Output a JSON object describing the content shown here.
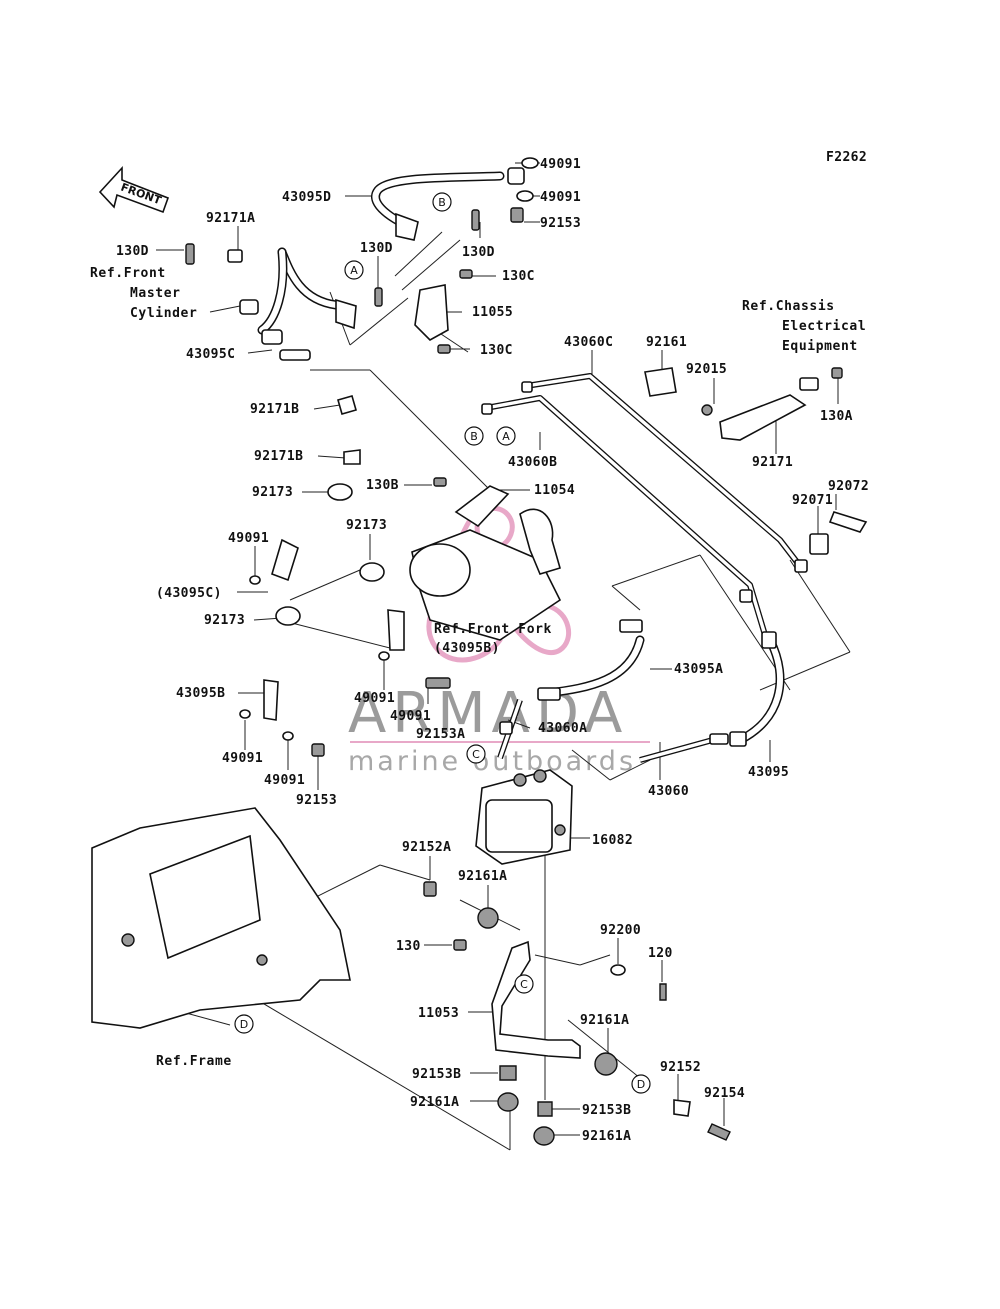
{
  "figure_code": "F2262",
  "front_marker": "FRONT",
  "watermark": {
    "brand": "ARMADA",
    "tagline": "marine outboards",
    "accent_color": "#e8a8c8"
  },
  "callouts": {
    "a": "A",
    "b": "B",
    "c": "C",
    "d": "D"
  },
  "refs": {
    "front_master": [
      "Ref.Front",
      "Master",
      "Cylinder"
    ],
    "chassis": [
      "Ref.Chassis",
      "Electrical",
      "Equipment"
    ],
    "front_fork": "Ref.Front Fork",
    "frame": "Ref.Frame"
  },
  "parts": {
    "p_49091_a": "49091",
    "p_43095d": "43095D",
    "p_49091_b": "49091",
    "p_92153_a": "92153",
    "p_92171a": "92171A",
    "p_130d_a": "130D",
    "p_130d_b": "130D",
    "p_130d_c": "130D",
    "p_130c_a": "130C",
    "p_11055": "11055",
    "p_130c_b": "130C",
    "p_43095c": "43095C",
    "p_43060c": "43060C",
    "p_92161": "92161",
    "p_92015": "92015",
    "p_130a": "130A",
    "p_43060b": "43060B",
    "p_92171": "92171",
    "p_92171b_a": "92171B",
    "p_92171b_b": "92171B",
    "p_130b": "130B",
    "p_11054": "11054",
    "p_92072": "92072",
    "p_92071": "92071",
    "p_92173_a": "92173",
    "p_49091_c": "49091",
    "p_92173_b": "92173",
    "p_43095c_ref": "(43095C)",
    "p_92173_c": "92173",
    "p_43095b_ref": "(43095B)",
    "p_43095a": "43095A",
    "p_43095b": "43095B",
    "p_49091_d": "49091",
    "p_49091_e": "49091",
    "p_92153a": "92153A",
    "p_43060a": "43060A",
    "p_49091_f": "49091",
    "p_49091_g": "49091",
    "p_92153_b": "92153",
    "p_43060": "43060",
    "p_43095": "43095",
    "p_16082": "16082",
    "p_92152a": "92152A",
    "p_92161a_a": "92161A",
    "p_92200": "92200",
    "p_130": "130",
    "p_120": "120",
    "p_11053": "11053",
    "p_92161a_b": "92161A",
    "p_92152": "92152",
    "p_92153b_a": "92153B",
    "p_92154": "92154",
    "p_92161a_c": "92161A",
    "p_92153b_b": "92153B",
    "p_92161a_d": "92161A"
  }
}
